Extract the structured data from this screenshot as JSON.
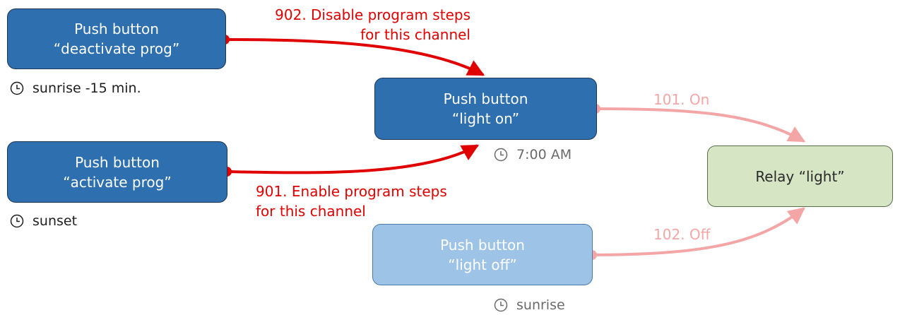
{
  "nodes": {
    "deactivate": {
      "line1": "Push button",
      "line2": "“deactivate prog”"
    },
    "activate": {
      "line1": "Push button",
      "line2": "“activate prog”"
    },
    "light_on": {
      "line1": "Push button",
      "line2": "“light on”"
    },
    "light_off": {
      "line1": "Push button",
      "line2": "“light off”"
    },
    "relay": {
      "label": "Relay “light”"
    }
  },
  "times": {
    "deactivate": "sunrise -15 min.",
    "activate": "sunset",
    "light_on": "7:00 AM",
    "light_off": "sunrise"
  },
  "edges": {
    "disable": {
      "line1": "902. Disable program steps",
      "line2": "for this channel"
    },
    "enable": {
      "line1": "901. Enable program steps",
      "line2": "for this channel"
    },
    "on": {
      "label": "101. On"
    },
    "off": {
      "label": "102. Off"
    }
  },
  "colors": {
    "node_dark": "#2e6faf",
    "node_light": "#9dc3e6",
    "relay": "#d6e6c5",
    "edge_red": "#e00000",
    "edge_pink": "#f4a6a6"
  }
}
